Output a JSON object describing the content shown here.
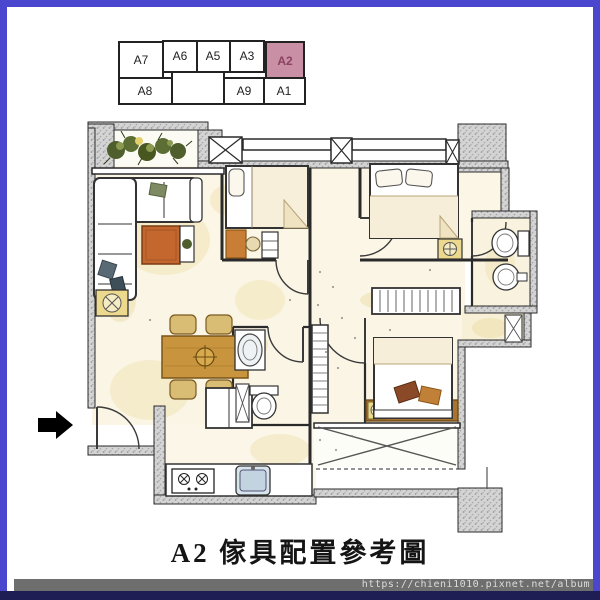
{
  "frame": {
    "border_color": "#4a47ce",
    "bottom_bar_color": "#1e1e55",
    "background": "#ffffff"
  },
  "key_plan": {
    "highlight_color": "#c88fa5",
    "units": [
      {
        "label": "A7",
        "highlighted": false
      },
      {
        "label": "A6",
        "highlighted": false
      },
      {
        "label": "A5",
        "highlighted": false
      },
      {
        "label": "A3",
        "highlighted": false
      },
      {
        "label": "A2",
        "highlighted": true
      },
      {
        "label": "A8",
        "highlighted": false
      },
      {
        "label": "A9",
        "highlighted": false
      },
      {
        "label": "A1",
        "highlighted": false
      }
    ]
  },
  "title": {
    "text": "A2 傢具配置參考圖"
  },
  "footer": {
    "url_text": "https://chieni1010.pixnet.net/album",
    "bar_color": "#6e6e6e",
    "text_color": "#dcdcdc"
  },
  "floor_plan": {
    "entrance_arrow": "entrance-direction-indicator",
    "palette": {
      "wall_line": "#2a2a2a",
      "wall_fill": "#cccccc",
      "wood_table": "#c8943e",
      "coffee_table_orange": "#c4672e",
      "lamp_table_yellow": "#ecd98d",
      "sink_blue": "#d7e4ec",
      "plant_green": "#4e5e2c",
      "floor_tint": "#f1e4b4",
      "pillow_brown": "#8a4a28"
    },
    "furniture_icons": [
      "l-shaped-sofa",
      "coffee-table",
      "side-table",
      "planter-plants",
      "dining-table",
      "dining-chairs",
      "refrigerator",
      "stove",
      "kitchen-sink",
      "single-bed",
      "study-desk",
      "dresser",
      "double-bed",
      "nightstand-lamp",
      "wardrobe",
      "tall-closet",
      "washbasin",
      "toilet",
      "utility-cabinet",
      "entry-door",
      "balcony-cross-brace",
      "service-shaft"
    ]
  }
}
